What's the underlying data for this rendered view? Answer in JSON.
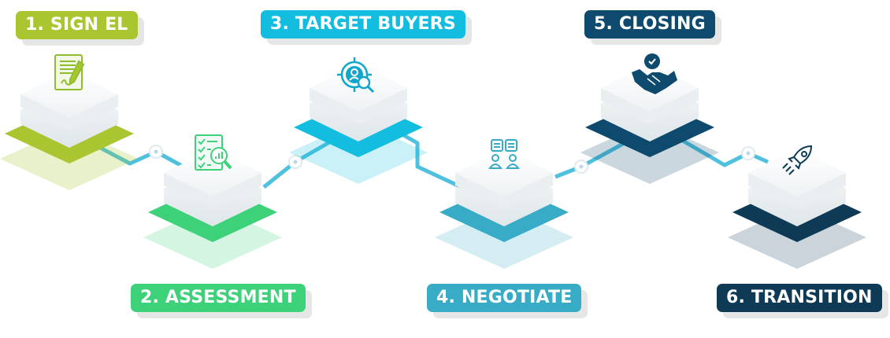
{
  "steps": [
    {
      "number": "1",
      "label": "1. SIGN EL",
      "color": "#a9c631",
      "icon": "signed-document-icon"
    },
    {
      "number": "2",
      "label": "2. ASSESSMENT",
      "color": "#3dd17a",
      "icon": "checklist-analysis-icon"
    },
    {
      "number": "3",
      "label": "3. TARGET BUYERS",
      "color": "#13bde0",
      "icon": "target-buyer-icon"
    },
    {
      "number": "4",
      "label": "4. NEGOTIATE",
      "color": "#38acc6",
      "icon": "negotiation-icon"
    },
    {
      "number": "5",
      "label": "5. CLOSING",
      "color": "#0d4a6e",
      "icon": "handshake-check-icon"
    },
    {
      "number": "6",
      "label": "6. TRANSITION",
      "color": "#0e3a55",
      "icon": "rocket-icon"
    }
  ],
  "connector_color": "#4fc0de"
}
